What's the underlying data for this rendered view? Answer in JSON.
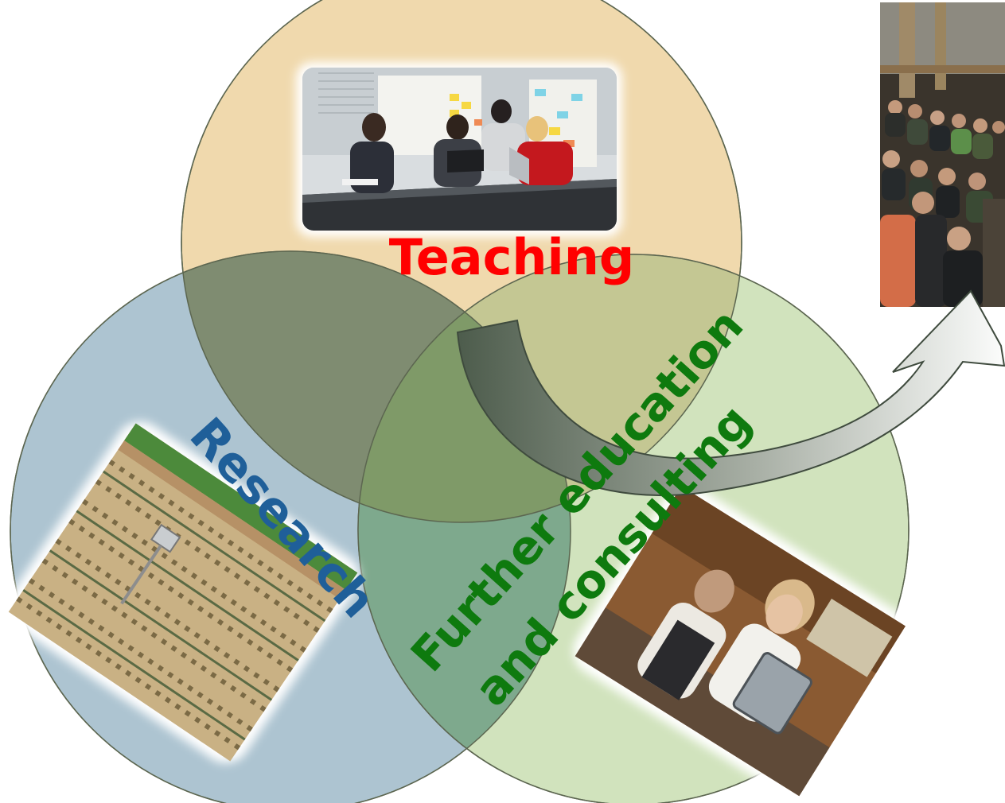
{
  "labels": {
    "teaching": "Teaching",
    "research": "Research",
    "further_line1": "Further education",
    "further_line2": "and consulting"
  },
  "colors": {
    "teaching_circle": "#f0d9ad",
    "research_circle": "#a9c1cf",
    "further_circle": "#cfe1b9",
    "teaching_text": "#ff0000",
    "research_text": "#1f5f99",
    "further_text": "#0e7a0e",
    "arrow_dark": "#4d5c4c",
    "arrow_light": "#ffffff"
  },
  "images": [
    {
      "name": "teaching-meeting-photo",
      "depicts": "people working around a meeting table with laptops"
    },
    {
      "name": "research-field-photo",
      "depicts": "aerial view of crop field rows with irrigation"
    },
    {
      "name": "consulting-photo",
      "depicts": "two people looking at a tablet in a kitchen"
    },
    {
      "name": "audience-photo",
      "depicts": "seated audience listening in a barn"
    }
  ]
}
